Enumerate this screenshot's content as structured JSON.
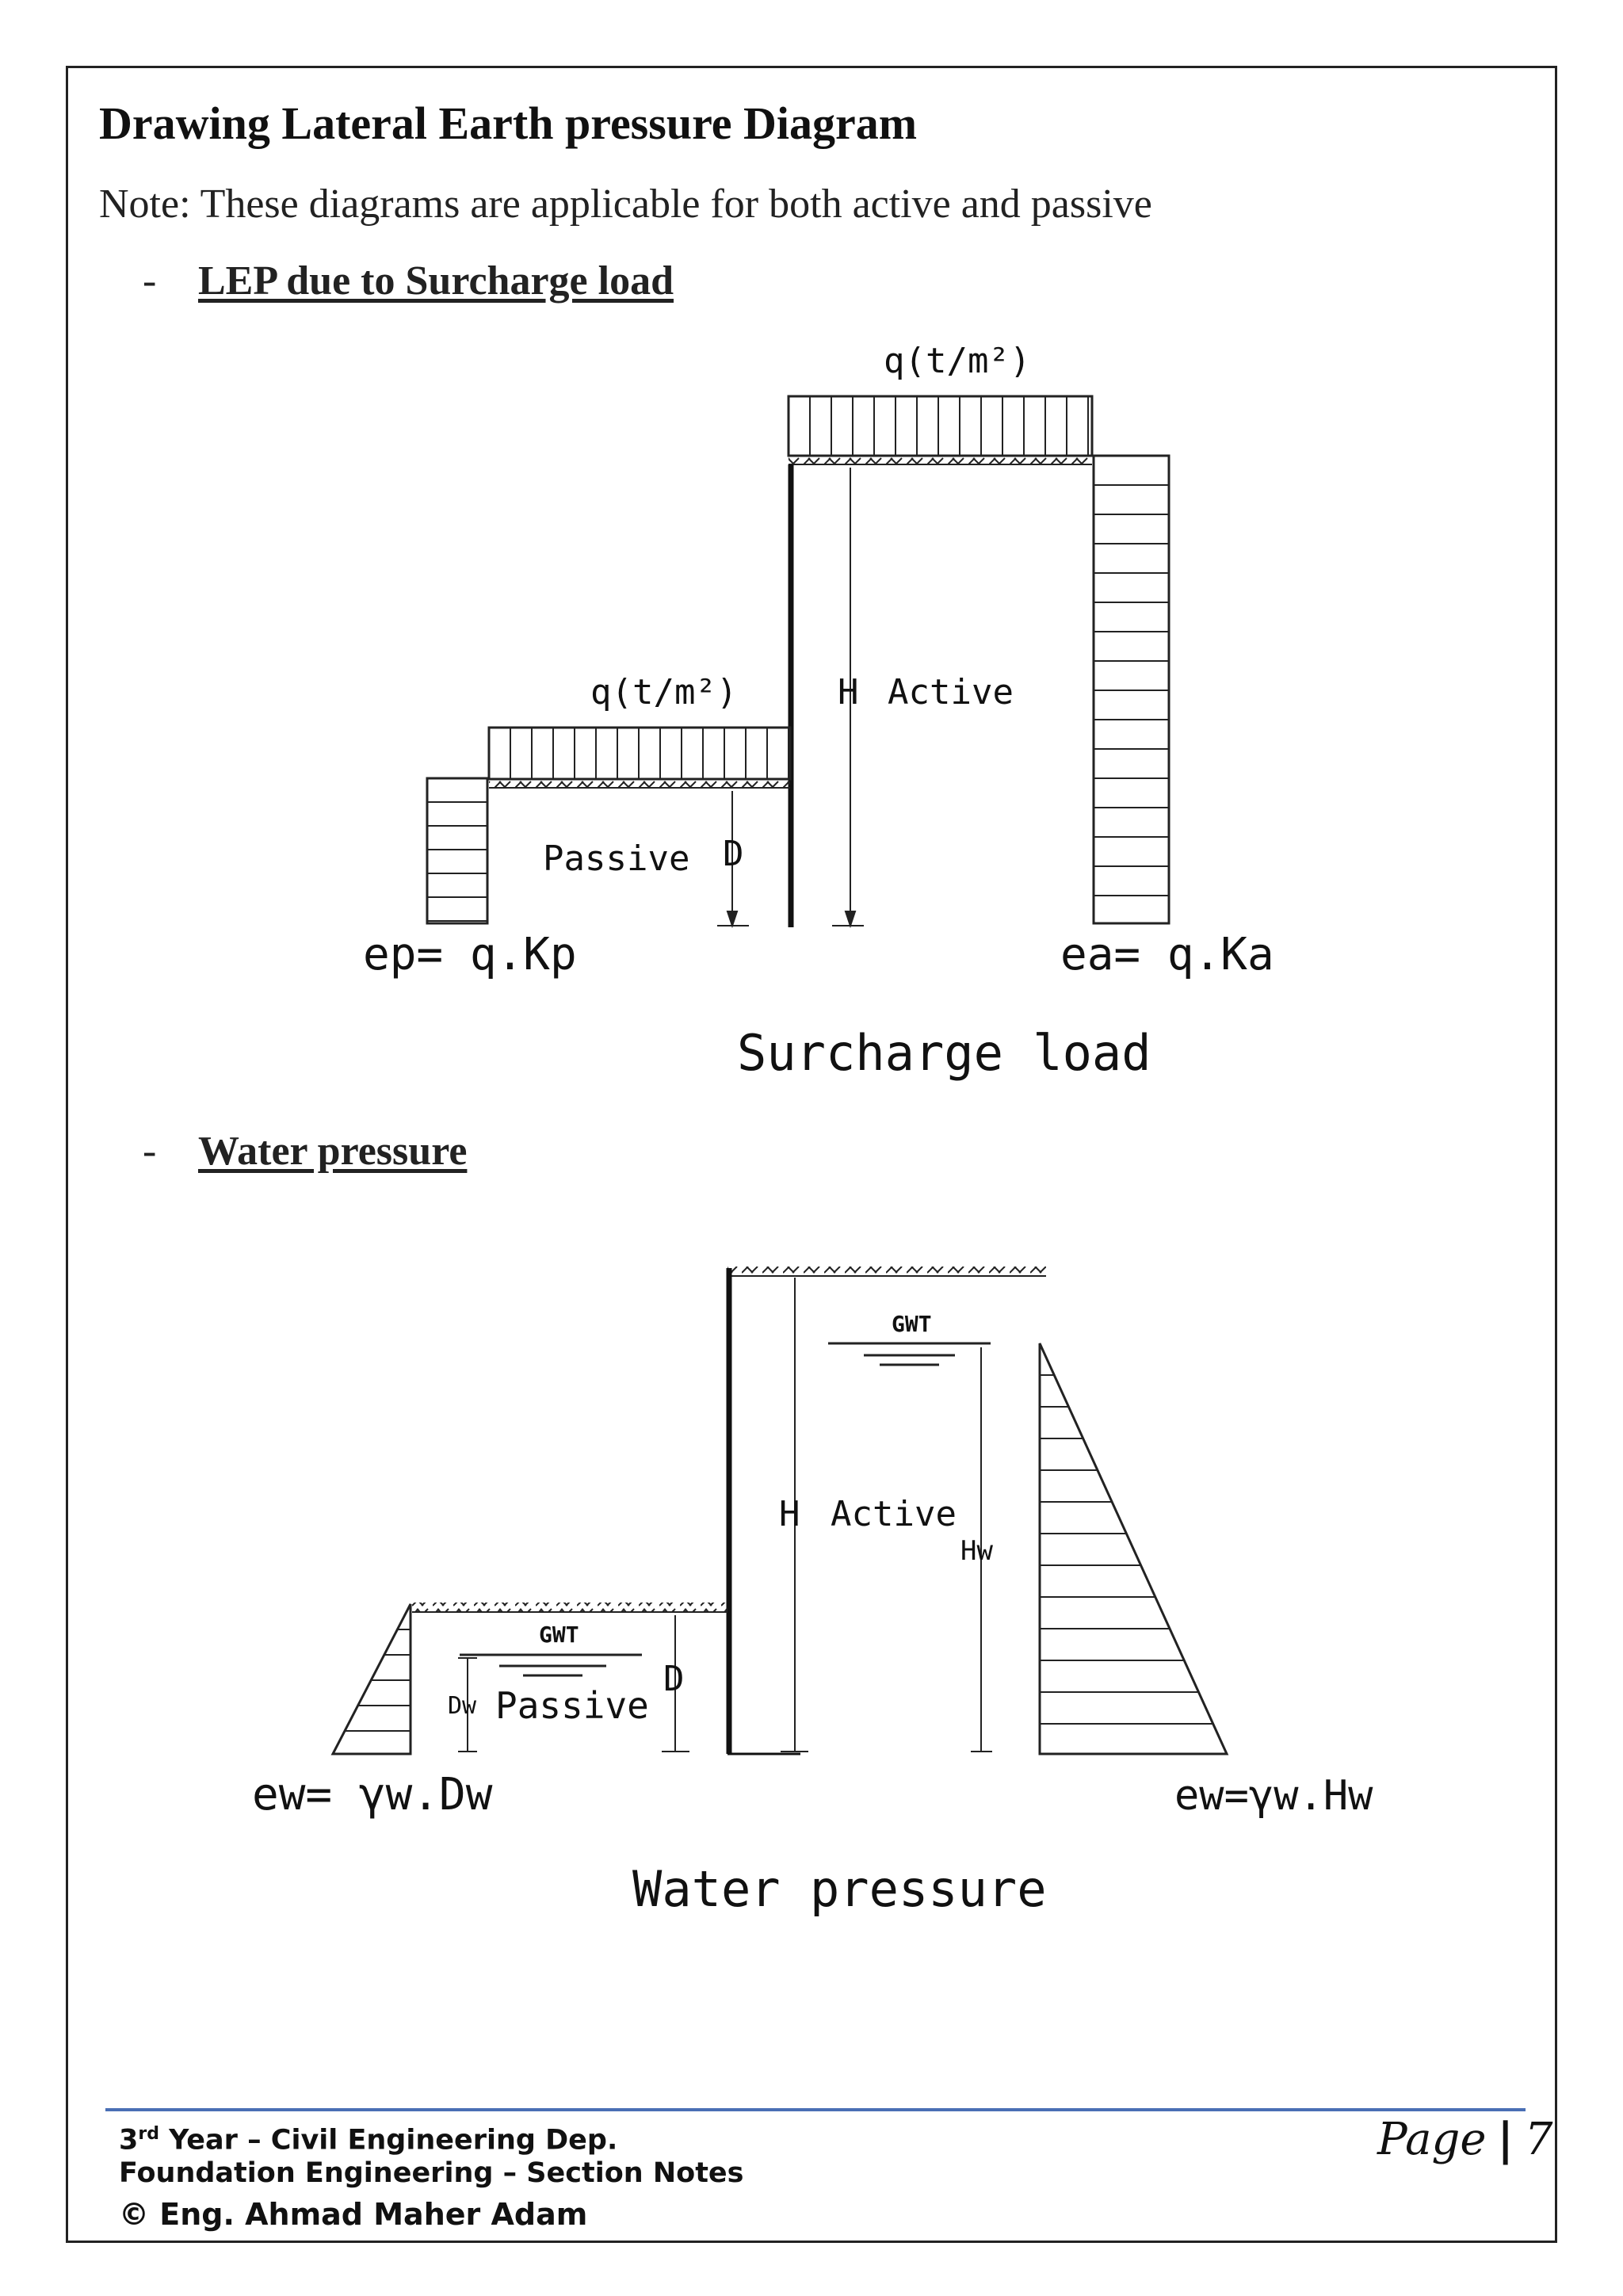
{
  "page": {
    "title": "Drawing Lateral Earth pressure Diagram",
    "note": "Note: These diagrams are applicable for both active and passive"
  },
  "sections": [
    {
      "dash": "-",
      "heading": "LEP due to Surcharge load",
      "diagram": {
        "q_top": "q(t/m²)",
        "q_low": "q(t/m²)",
        "h_label": "H",
        "active_label": "Active",
        "passive_label": "Passive",
        "d_label": "D",
        "ep_formula": "ep= q.Kp",
        "ea_formula": "ea= q.Ka",
        "caption": "Surcharge load"
      }
    },
    {
      "dash": "-",
      "heading": "Water pressure",
      "diagram": {
        "gwt_top": "GWT",
        "gwt_low": "GWT",
        "h_label": "H",
        "active_label": "Active",
        "hw_label": "Hw",
        "d_label": "D",
        "dw_label": "Dw",
        "passive_label": "Passive",
        "ew_left": "ew= γw.Dw",
        "ew_right": "ew=γw.Hw",
        "caption": "Water pressure"
      }
    }
  ],
  "footer": {
    "line1_prefix": "3",
    "line1_sup": "rd",
    "line1_suffix": " Year – Civil Engineering Dep.",
    "line2": "Foundation Engineering – Section Notes",
    "line3": "© Eng. Ahmad Maher Adam",
    "page_label": "Page",
    "page_sep": "|",
    "page_number": "7"
  }
}
